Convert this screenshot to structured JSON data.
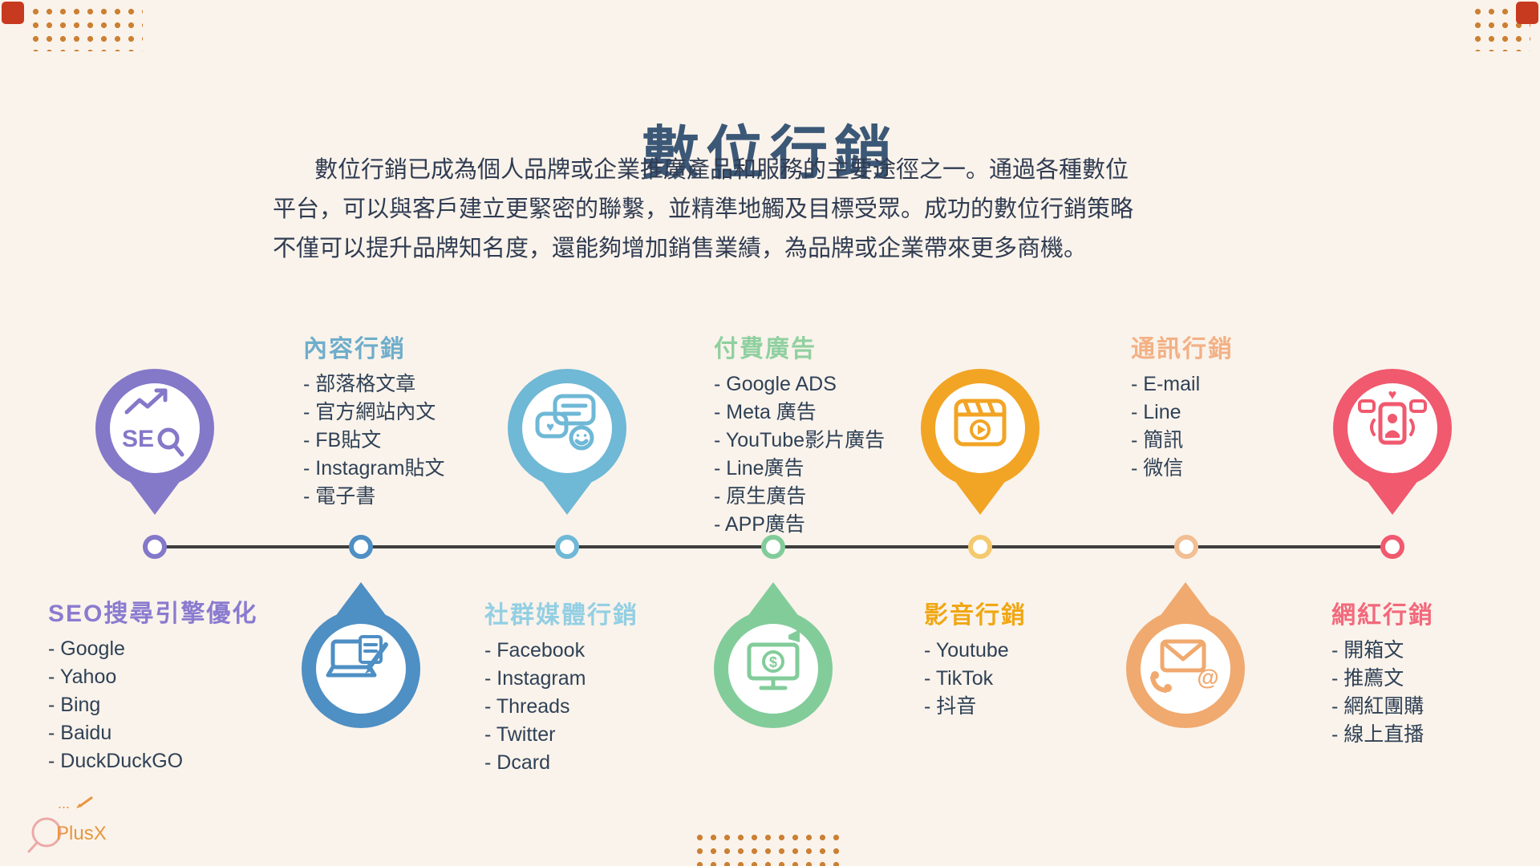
{
  "page": {
    "title": "數位行銷",
    "intro_lines": [
      "數位行銷已成為個人品牌或企業推廣產品和服務的主要途徑之一。通過各種數位",
      "平台，可以與客戶建立更緊密的聯繫，並精準地觸及目標受眾。成功的數位行銷策略",
      "不僅可以提升品牌知名度，還能夠增加銷售業績，為品牌或企業帶來更多商機。"
    ]
  },
  "categories": [
    {
      "id": "seo",
      "title": "SEO搜尋引擎優化",
      "icon": "seo-magnifier-icon",
      "side": "below",
      "items": [
        "Google",
        "Yahoo",
        "Bing",
        "Baidu",
        "DuckDuckGO"
      ]
    },
    {
      "id": "content",
      "title": "內容行銷",
      "icon": "laptop-pen-icon",
      "side": "above",
      "items": [
        "部落格文章",
        "官方網站內文",
        "FB貼文",
        "Instagram貼文",
        "電子書"
      ]
    },
    {
      "id": "social",
      "title": "社群媒體行銷",
      "icon": "chat-bubbles-icon",
      "side": "below",
      "items": [
        "Facebook",
        "Instagram",
        "Threads",
        "Twitter",
        "Dcard"
      ]
    },
    {
      "id": "paid",
      "title": "付費廣告",
      "icon": "monitor-money-icon",
      "side": "above",
      "items": [
        "Google ADS",
        "Meta 廣告",
        "YouTube影片廣告",
        "Line廣告",
        "原生廣告",
        "APP廣告"
      ]
    },
    {
      "id": "video",
      "title": "影音行銷",
      "icon": "clapperboard-icon",
      "side": "below",
      "items": [
        "Youtube",
        "TikTok",
        "抖音"
      ]
    },
    {
      "id": "comm",
      "title": "通訊行銷",
      "icon": "envelope-at-icon",
      "side": "above",
      "items": [
        "E-mail",
        "Line",
        "簡訊",
        "微信"
      ]
    },
    {
      "id": "influencer",
      "title": "網紅行銷",
      "icon": "smartphone-social-icon",
      "side": "below",
      "items": [
        "開箱文",
        "推薦文",
        "網紅團購",
        "線上直播"
      ]
    }
  ],
  "icons": {
    "seo_text": "SE",
    "dollar": "$",
    "at_sign": "@",
    "heart": "♥"
  },
  "logo": {
    "text": "PlusX",
    "dots": "..."
  },
  "colors": {
    "bg": "#FAF3EB",
    "title-color": "#3C5877",
    "text-color": "#303C52",
    "item-color": "#2F4156",
    "line-color": "#3E3E3E",
    "dots-color": "#CC8033",
    "corner-color": "#C83A20",
    "seo": "#8A7BD0",
    "seo-pin": "#8478C9",
    "content": "#6FAECB",
    "content-pin": "#4E8FC4",
    "social": "#93CFE3",
    "social-pin": "#6FB8D6",
    "paid": "#90D0A0",
    "paid-pin": "#82CC9A",
    "video": "#F0A713",
    "video-pin": "#F2A424",
    "video-node": "#F5C96E",
    "comm": "#F2B185",
    "comm-pin": "#F0A96E",
    "comm-node": "#F2BE93",
    "influencer": "#F2697C",
    "influencer-pin": "#F0596E",
    "logo-orange": "#E8963F",
    "logo-pink": "#ECA9A9"
  }
}
